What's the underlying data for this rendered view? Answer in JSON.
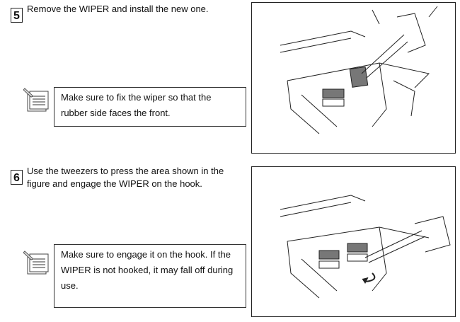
{
  "steps": [
    {
      "number": "5",
      "text": "Remove the WIPER and install the new one.",
      "note": "Make sure to fix the wiper so that the rubber side faces the front.",
      "note_icon": "note-pencil-icon"
    },
    {
      "number": "6",
      "text": "Use the tweezers to press the area shown in the figure and engage the WIPER on the hook.",
      "note": "Make sure to engage it on the hook.  If the WIPER is not hooked, it may fall off during use.",
      "note_icon": "note-pencil-icon"
    }
  ]
}
